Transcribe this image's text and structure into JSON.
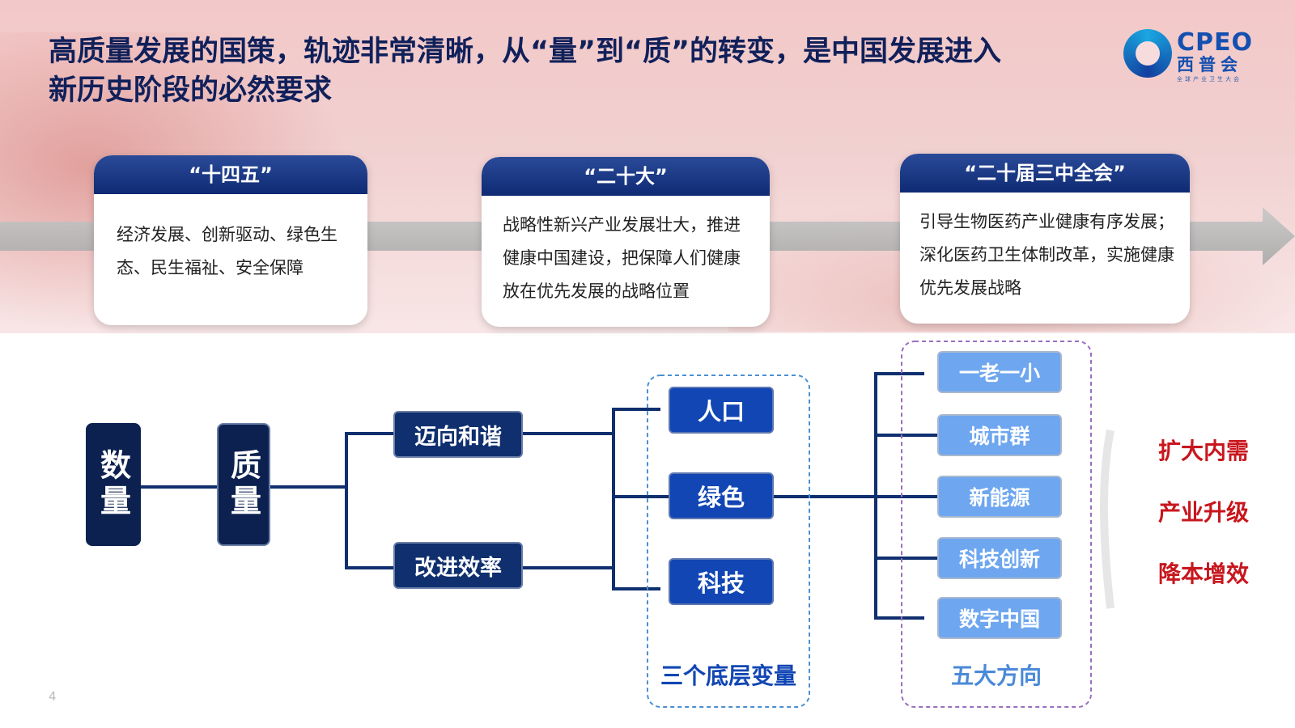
{
  "title": "高质量发展的国策，轨迹非常清晰，从“量”到“质”的转变，是中国发展进入新历史阶段的必然要求",
  "logo": {
    "text": "CPEO",
    "sub": "西普会",
    "tiny": "全球产业卫生大会"
  },
  "timeline": [
    {
      "header": "“十四五”",
      "body": "经济发展、创新驱动、绿色生态、民生福祉、安全保障"
    },
    {
      "header": "“二十大”",
      "body": "战略性新兴产业发展壮大，推进健康中国建设，把保障人们健康放在优先发展的战略位置"
    },
    {
      "header": "“二十届三中全会”",
      "body": "引导生物医药产业健康有序发展；深化医药卫生体制改革，实施健康优先发展战略"
    }
  ],
  "diagram": {
    "quantity": "数量",
    "quality": "质量",
    "paths": [
      "迈向和谐",
      "改进效率"
    ],
    "variables": [
      "人口",
      "绿色",
      "科技"
    ],
    "variables_label": "三个底层变量",
    "directions": [
      "一老一小",
      "城市群",
      "新能源",
      "科技创新",
      "数字中国"
    ],
    "directions_label": "五大方向",
    "outcomes": [
      "扩大内需",
      "产业升级",
      "降本增效"
    ]
  },
  "page_number": "4",
  "colors": {
    "title": "#10205a",
    "dark_box": "#0c2150",
    "navy_box": "#0f2f6e",
    "royal_box": "#1146b4",
    "light_box": "#6ea6ef",
    "outcome_red": "#c8161d",
    "variables_border": "#4a90d0",
    "directions_border": "#9a6fc0"
  }
}
